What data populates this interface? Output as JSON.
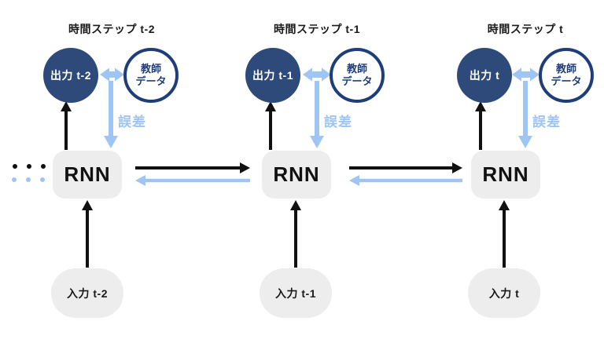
{
  "diagram": {
    "description": "Unrolled RNN over time steps with backpropagated error",
    "colors": {
      "output_circle_fill": "#2d4a7a",
      "teacher_circle_border": "#1e3e7b",
      "error_blue": "#9fc5f5",
      "node_gray": "#ededed",
      "arrow_black": "#111111",
      "background": "#ffffff"
    },
    "columns": [
      {
        "title": "時間ステップ t-2",
        "output": "出力 t-2",
        "teacher": "教師\nデータ",
        "error": "誤差",
        "rnn": "RNN",
        "input": "入力 t-2"
      },
      {
        "title": "時間ステップ t-1",
        "output": "出力 t-1",
        "teacher": "教師\nデータ",
        "error": "誤差",
        "rnn": "RNN",
        "input": "入力 t-1"
      },
      {
        "title": "時間ステップ t",
        "output": "出力 t",
        "teacher": "教師\nデータ",
        "error": "誤差",
        "rnn": "RNN",
        "input": "入力 t"
      }
    ]
  }
}
